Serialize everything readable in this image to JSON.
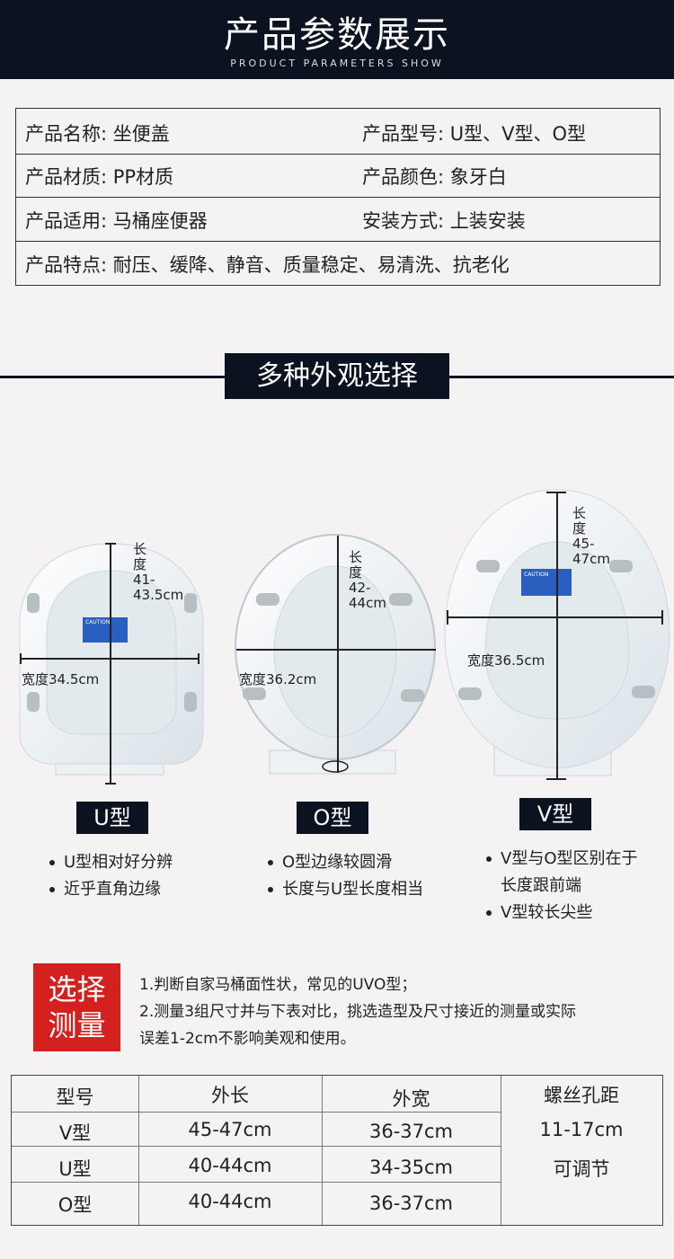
{
  "header": {
    "title": "产品参数展示",
    "subtitle": "PRODUCT PARAMETERS SHOW"
  },
  "params": [
    {
      "left": "产品名称: 坐便盖",
      "right": "产品型号: U型、V型、O型"
    },
    {
      "left": "产品材质: PP材质",
      "right": "产品颜色: 象牙白"
    },
    {
      "left": "产品适用: 马桶座便器",
      "right": "安装方式: 上装安装"
    },
    {
      "left": "产品特点: 耐压、缓降、静音、质量稳定、易清洗、抗老化",
      "right": ""
    }
  ],
  "section_title": "多种外观选择",
  "seats": {
    "u": {
      "length": "长度41-43.5cm",
      "width": "宽度34.5cm",
      "label": "U型",
      "bullets": [
        "U型相对好分辨",
        "近乎直角边缘"
      ],
      "sticker": "CAUTION"
    },
    "o": {
      "length": "长度42-44cm",
      "width": "宽度36.2cm",
      "label": "O型",
      "bullets": [
        "O型边缘较圆滑",
        "长度与U型长度相当"
      ]
    },
    "v": {
      "length": "长度45-47cm",
      "width": "宽度36.5cm",
      "label": "V型",
      "bullets": [
        "V型与O型区别在于",
        "长度跟前端",
        "V型较长尖些"
      ],
      "sticker": "CAUTION"
    }
  },
  "select": {
    "badge_line1": "选择",
    "badge_line2": "测量",
    "line1": "1.判断自家马桶面性状，常见的UVO型；",
    "line2": "2.测量3组尺寸并与下表对比，挑选造型及尺寸接近的测量或实际",
    "line3": "误差1-2cm不影响美观和使用。"
  },
  "table": {
    "headers": [
      "型号",
      "外长",
      "外宽",
      "螺丝孔距"
    ],
    "rows": [
      [
        "V型",
        "45-47cm",
        "36-37cm"
      ],
      [
        "U型",
        "40-44cm",
        "34-35cm"
      ],
      [
        "O型",
        "40-44cm",
        "36-37cm"
      ]
    ],
    "hole_distance": "11-17cm",
    "hole_note": "可调节"
  }
}
